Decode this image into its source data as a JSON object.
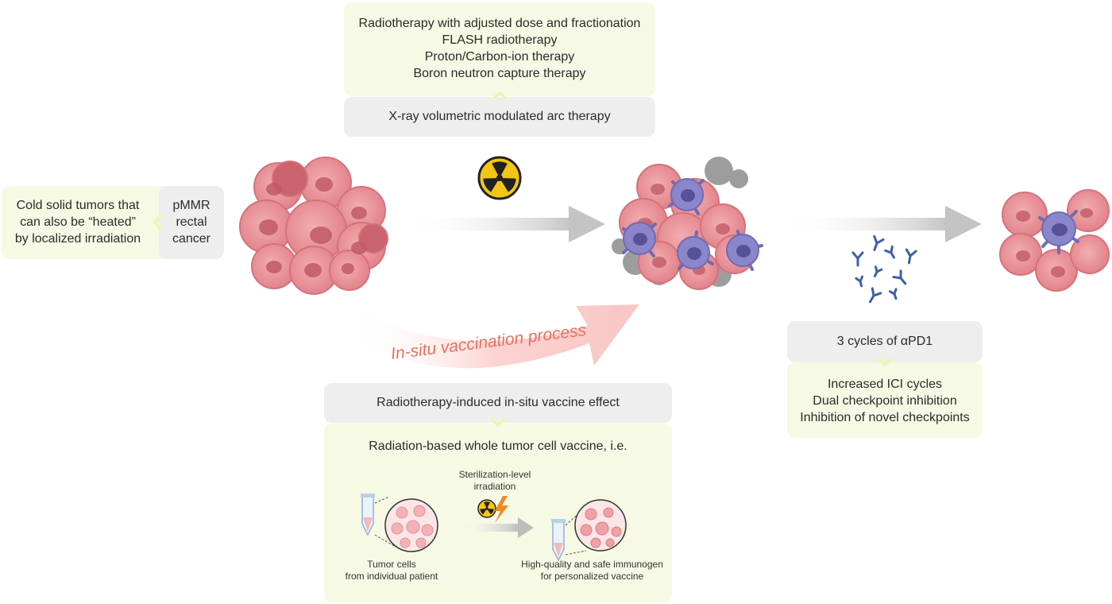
{
  "top": {
    "alternatives": [
      "Radiotherapy with adjusted dose and fractionation",
      "FLASH radiotherapy",
      "Proton/Carbon-ion therapy",
      "Boron neutron capture therapy"
    ],
    "current": "X-ray volumetric modulated arc therapy"
  },
  "left": {
    "green_lines": [
      "Cold solid tumors that",
      "can also be “heated”",
      "by localized irradiation"
    ],
    "grey_lines": [
      "pMMR",
      "rectal",
      "cancer"
    ]
  },
  "process_label": "In-situ vaccination process",
  "ici": {
    "current": "3 cycles of αPD1",
    "alternatives": [
      "Increased ICI cycles",
      "Dual checkpoint inhibition",
      "Inhibition of novel checkpoints"
    ]
  },
  "vaccine": {
    "header": "Radiotherapy-induced in-situ vaccine effect",
    "title": "Radiation-based whole tumor cell vaccine, i.e.",
    "irradiation_lines": [
      "Sterilization-level",
      "irradiation"
    ],
    "source_lines": [
      "Tumor cells",
      "from individual patient"
    ],
    "product_lines": [
      "High-quality and safe immunogen",
      "for personalized vaccine"
    ]
  },
  "colors": {
    "box_green": "#f6f9e4",
    "box_grey": "#eeeeee",
    "tumor_pink": "#e98f95",
    "immune_purple": "#8a86c9",
    "process_text": "#e8705f",
    "antibody_blue": "#3f5fa8",
    "arrow_grey": "#c8c8c8"
  },
  "icons": {
    "radiation": "radiation-icon",
    "lightning": "lightning-icon",
    "tube": "test-tube-icon"
  }
}
